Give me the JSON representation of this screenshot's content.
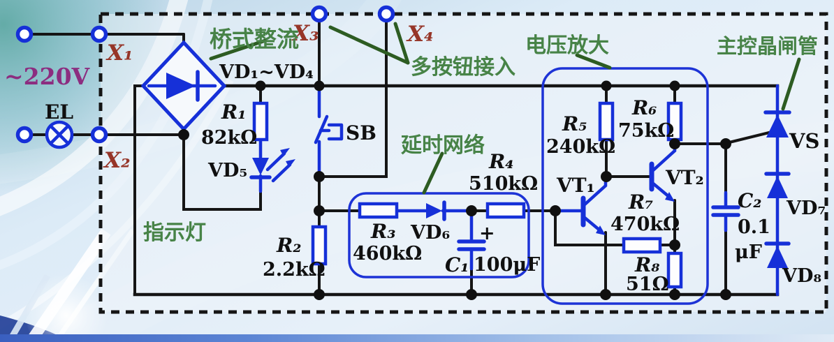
{
  "colors": {
    "wire_black": "#151515",
    "component_blue": "#1630d8",
    "annotation_green": "#478347",
    "pointer_green": "#2d5c22",
    "terminal_label_red": "#963528",
    "voltage_purple": "#8c2d80",
    "background_blue": "#cfe2f0"
  },
  "power": {
    "voltage": "~220V",
    "lamp": "EL"
  },
  "terminals": {
    "x1": "X₁",
    "x2": "X₂",
    "x3": "X₃",
    "x4": "X₄"
  },
  "annotations": {
    "bridge_rectifier": "桥式整流",
    "multi_button": "多按钮接入",
    "delay_network": "延时网络",
    "voltage_amplifier": "电压放大",
    "main_thyristor": "主控晶闸管",
    "indicator_lamp": "指示灯"
  },
  "components": {
    "bridge": "VD₁~VD₄",
    "r1": {
      "name": "R₁",
      "value": "82kΩ"
    },
    "r2": {
      "name": "R₂",
      "value": "2.2kΩ"
    },
    "r3": {
      "name": "R₃",
      "value": "460kΩ"
    },
    "r4": {
      "name": "R₄",
      "value": "510kΩ"
    },
    "r5": {
      "name": "R₅",
      "value": "240kΩ"
    },
    "r6": {
      "name": "R₆",
      "value": "75kΩ"
    },
    "r7": {
      "name": "R₇",
      "value": "470kΩ"
    },
    "r8": {
      "name": "R₈",
      "value": "51Ω"
    },
    "c1": {
      "name": "C₁",
      "value": "100μF",
      "polarity": "+"
    },
    "c2": {
      "name": "C₂",
      "value": "0.1",
      "unit": "μF"
    },
    "vd5": "VD₅",
    "vd6": "VD₆",
    "vd7": "VD₇",
    "vd8": "VD₈",
    "vt1": "VT₁",
    "vt2": "VT₂",
    "vs": "VS",
    "sb": "SB"
  }
}
